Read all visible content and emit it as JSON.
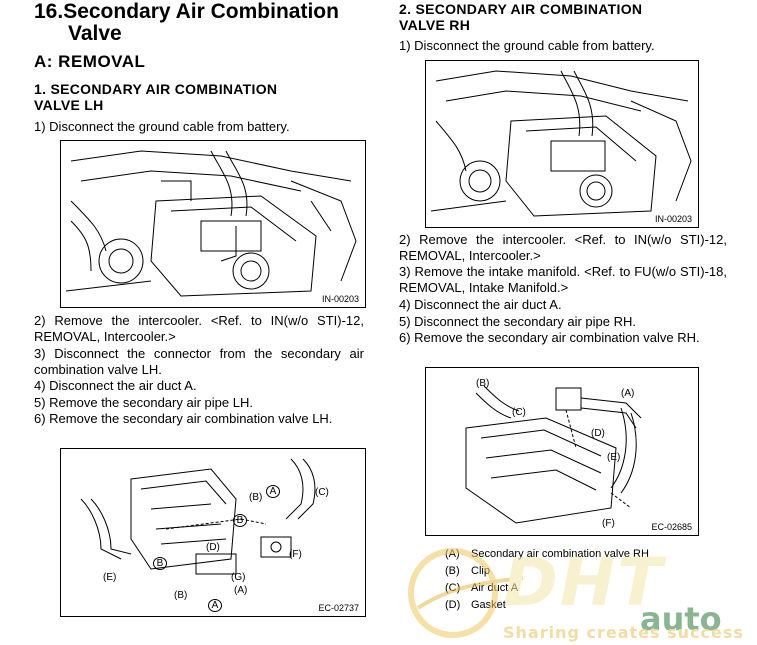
{
  "left": {
    "title_line1": "16.Secondary Air Combination",
    "title_line2": "Valve",
    "section": "A:  REMOVAL",
    "sub_line1": "1.  SECONDARY AIR COMBINATION",
    "sub_line2": "VALVE LH",
    "step1": "1) Disconnect the ground cable from battery.",
    "fig1_code": "IN-00203",
    "step2": "2) Remove the intercooler. <Ref. to IN(w/o STI)-12, REMOVAL, Intercooler.>",
    "step3": "3) Disconnect the connector from the secondary air combination valve LH.",
    "step4": "4) Disconnect the air duct A.",
    "step5": "5) Remove the secondary air pipe LH.",
    "step6": "6) Remove the secondary air combination valve LH.",
    "fig2_code": "EC-02737",
    "fig2_labels": [
      "(C)",
      "(B)",
      "A",
      "B",
      "(D)",
      "(F)",
      "B",
      "(E)",
      "(G)",
      "(A)",
      "(B)",
      "A"
    ]
  },
  "right": {
    "sub_line1": "2.  SECONDARY AIR COMBINATION",
    "sub_line2": "VALVE RH",
    "step1": "1) Disconnect the ground cable from battery.",
    "fig1_code": "IN-00203",
    "step2": "2) Remove the intercooler. <Ref. to IN(w/o STI)-12, REMOVAL, Intercooler.>",
    "step3": "3) Remove the intake manifold. <Ref. to FU(w/o STI)-18, REMOVAL, Intake Manifold.>",
    "step4": "4) Disconnect the air duct A.",
    "step5": "5) Disconnect the secondary air pipe RH.",
    "step6": "6) Remove the secondary air combination valve RH.",
    "fig2_code": "EC-02685",
    "fig2_labels": [
      "(B)",
      "(C)",
      "(A)",
      "(D)",
      "(E)",
      "(F)"
    ],
    "legend": [
      {
        "key": "(A)",
        "text": "Secondary air combination valve RH"
      },
      {
        "key": "(B)",
        "text": "Clip"
      },
      {
        "key": "(C)",
        "text": "Air duct A"
      },
      {
        "key": "(D)",
        "text": "Gasket"
      }
    ]
  },
  "watermark": {
    "brand1": "DHT",
    "brand2": "auto",
    "tagline": "Sharing creates success"
  }
}
